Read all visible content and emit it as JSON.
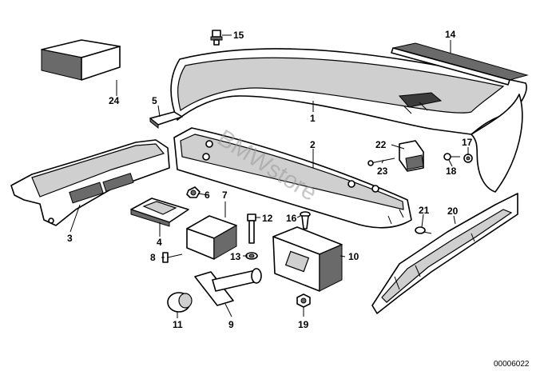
{
  "diagram": {
    "callouts": [
      "1",
      "2",
      "3",
      "4",
      "5",
      "6",
      "7",
      "8",
      "9",
      "10",
      "11",
      "12",
      "13",
      "14",
      "15",
      "16",
      "17",
      "18",
      "19",
      "20",
      "21",
      "22",
      "23",
      "24"
    ],
    "watermark": "BMWstore",
    "code": "00006022"
  }
}
